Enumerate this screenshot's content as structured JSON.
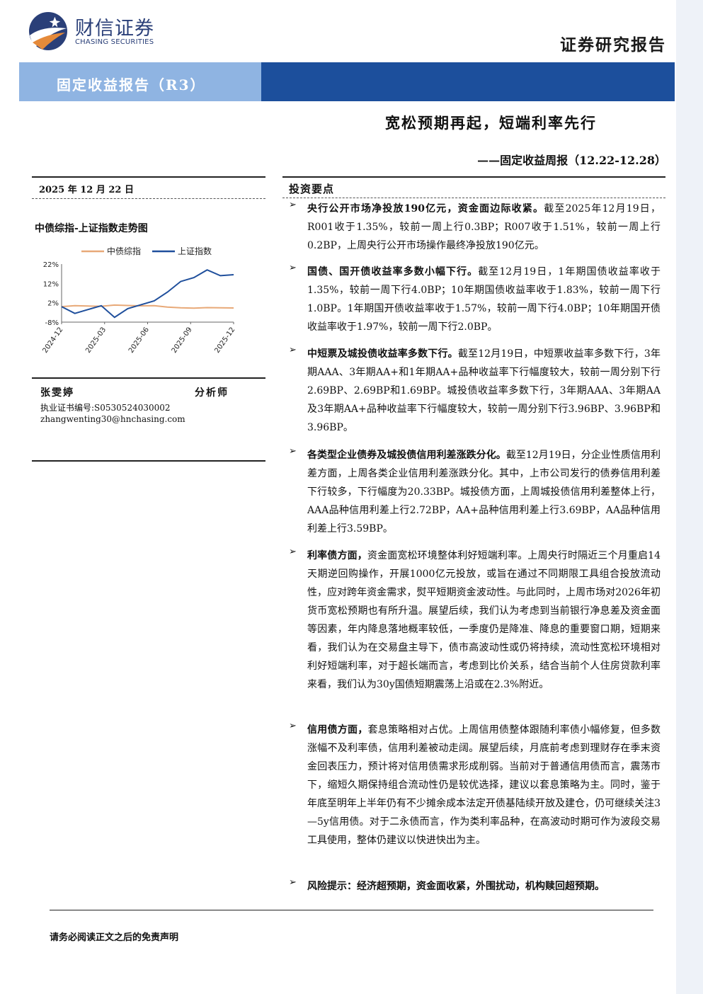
{
  "header": {
    "logo_cn": "财信证券",
    "logo_en": "CHASING SECURITIES",
    "report_type": "证券研究报告",
    "banner": "固定收益报告（R3）"
  },
  "title": "宽松预期再起，短端利率先行",
  "subtitle": "——固定收益周报（12.22-12.28）",
  "date": "2025 年 12 月 22 日",
  "chart_title": "中债综指-上证指数走势图",
  "chart_data": {
    "type": "line",
    "x": [
      "2024-12-20",
      "2025-01-10",
      "2025-02-07",
      "2025-03-07",
      "2025-04-03",
      "2025-05-02",
      "2025-05-30",
      "2025-06-27",
      "2025-07-25",
      "2025-08-22",
      "2025-09-19",
      "2025-10-17",
      "2025-11-14",
      "2025-12-19"
    ],
    "series": [
      {
        "name": "中债综指",
        "color": "#e8a978",
        "values": [
          0,
          0.5,
          0.3,
          0.2,
          0.8,
          0.6,
          0.4,
          0.5,
          -0.2,
          -0.6,
          -0.8,
          -0.5,
          -0.6,
          -0.7
        ]
      },
      {
        "name": "上证指数",
        "color": "#1f4f9c",
        "values": [
          0,
          -3.5,
          -1.5,
          0.5,
          -5.5,
          -1,
          1,
          3,
          7.5,
          13,
          15,
          19,
          16,
          16.5
        ]
      }
    ],
    "yticks": [
      "22%",
      "12%",
      "2%",
      "-8%"
    ],
    "ylim": [
      -8,
      22
    ],
    "xticks": [
      "2024-12",
      "2025-03",
      "2025-06",
      "2025-09",
      "2025-12"
    ],
    "legend": "top"
  },
  "analyst": {
    "name": "张雯婷",
    "role": "分析师",
    "cert": "执业证书编号:S0530524030002",
    "email": "zhangwenting30@hnchasing.com"
  },
  "section_title": "投资要点",
  "bullets": [
    {
      "lead": "央行公开市场净投放190亿元，资金面边际收紧。",
      "body": "截至2025年12月19日，R001收于1.35%，较前一周上行0.3BP；R007收于1.51%，较前一周上行0.2BP，上周央行公开市场操作最终净投放190亿元。"
    },
    {
      "lead": "国债、国开债收益率多数小幅下行。",
      "body": "截至12月19日，1年期国债收益率收于1.35%，较前一周下行4.0BP；10年期国债收益率收于1.83%，较前一周下行1.0BP。1年期国开债收益率收于1.57%，较前一周下行4.0BP；10年期国开债收益率收于1.97%，较前一周下行2.0BP。"
    },
    {
      "lead": "中短票及城投债收益率多数下行。",
      "body": "截至12月19日，中短票收益率多数下行，3年期AAA、3年期AA+和1年期AA+品种收益率下行幅度较大，较前一周分别下行2.69BP、2.69BP和1.69BP。城投债收益率多数下行，3年期AAA、3年期AA及3年期AA+品种收益率下行幅度较大，较前一周分别下行3.96BP、3.96BP和3.96BP。"
    },
    {
      "lead": "各类型企业债券及城投债信用利差涨跌分化。",
      "body": "截至12月19日，分企业性质信用利差方面，上周各类企业信用利差涨跌分化。其中，上市公司发行的债券信用利差下行较多，下行幅度为20.33BP。城投债方面，上周城投债信用利差整体上行，AAA品种信用利差上行2.72BP，AA+品种信用利差上行3.69BP，AA品种信用利差上行3.59BP。"
    },
    {
      "lead": "利率债方面，",
      "body": "资金面宽松环境整体利好短端利率。上周央行时隔近三个月重启14天期逆回购操作，开展1000亿元投放，或旨在通过不同期限工具组合投放流动性，应对跨年资金需求，熨平短期资金波动性。与此同时，上周市场对2026年初货币宽松预期也有所升温。展望后续，我们认为考虑到当前银行净息差及资金面等因素，年内降息落地概率较低，一季度仍是降准、降息的重要窗口期，短期来看，我们认为在交易盘主导下，债市高波动性或仍将持续，流动性宽松环境相对利好短端利率，对于超长端而言，考虑到比价关系，结合当前个人住房贷款利率来看，我们认为30y国债短期震荡上沿或在2.3%附近。"
    },
    {
      "lead": "信用债方面，",
      "body": "套息策略相对占优。上周信用债整体跟随利率债小幅修复，但多数涨幅不及利率债，信用利差被动走阔。展望后续，月底前考虑到理财存在季末资金回表压力，预计将对信用债需求形成削弱。当前对于普通信用债而言，震荡市下，缩短久期保持组合流动性仍是较优选择，建议以套息策略为主。同时，鉴于年底至明年上半年仍有不少摊余成本法定开债基陆续开放及建仓，仍可继续关注3—5y信用债。对于二永债而言，作为类利率品种，在高波动时期可作为波段交易工具使用，整体仍建议以快进快出为主。"
    },
    {
      "lead": "风险提示：经济超预期，资金面收紧，外围扰动，机构赎回超预期。",
      "body": ""
    }
  ],
  "footer": "请务必阅读正文之后的免责声明"
}
